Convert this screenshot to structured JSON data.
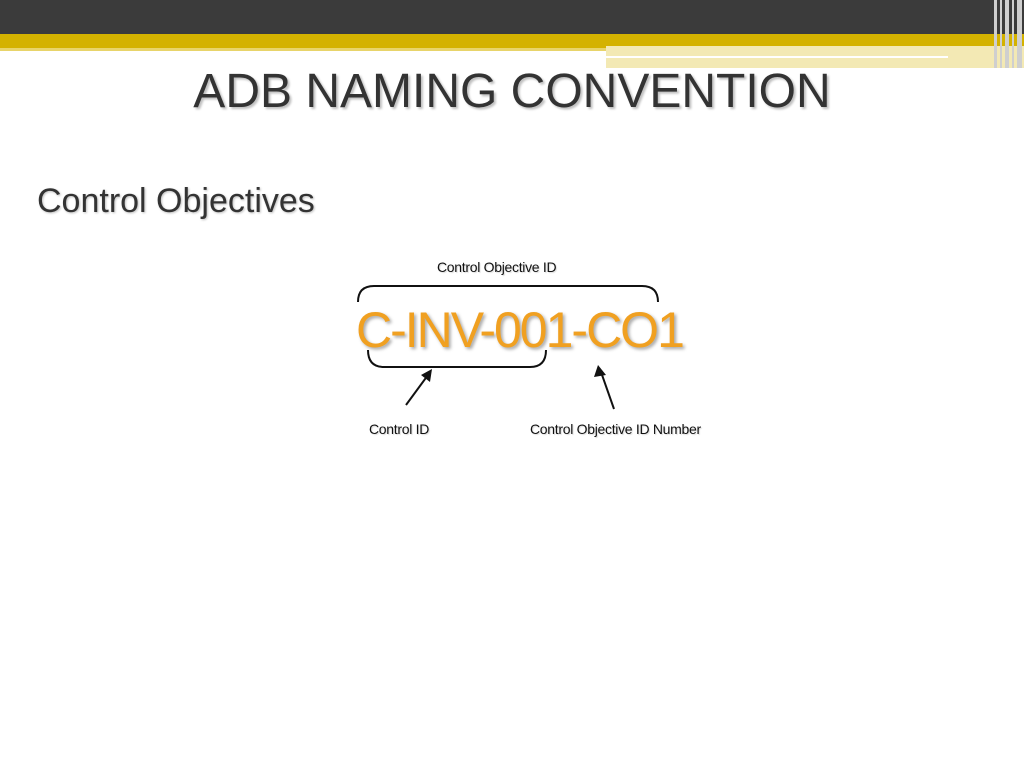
{
  "slide": {
    "title": "ADB NAMING CONVENTION",
    "subtitle": "Control Objectives"
  },
  "diagram": {
    "code": "C-INV-001-CO1",
    "top_label": "Control Objective ID",
    "left_label": "Control ID",
    "right_label": "Control Objective ID Number"
  },
  "colors": {
    "code": "#f0a021",
    "header_dark": "#3b3b3b",
    "accent_gold": "#d4b200",
    "text": "#333333"
  }
}
